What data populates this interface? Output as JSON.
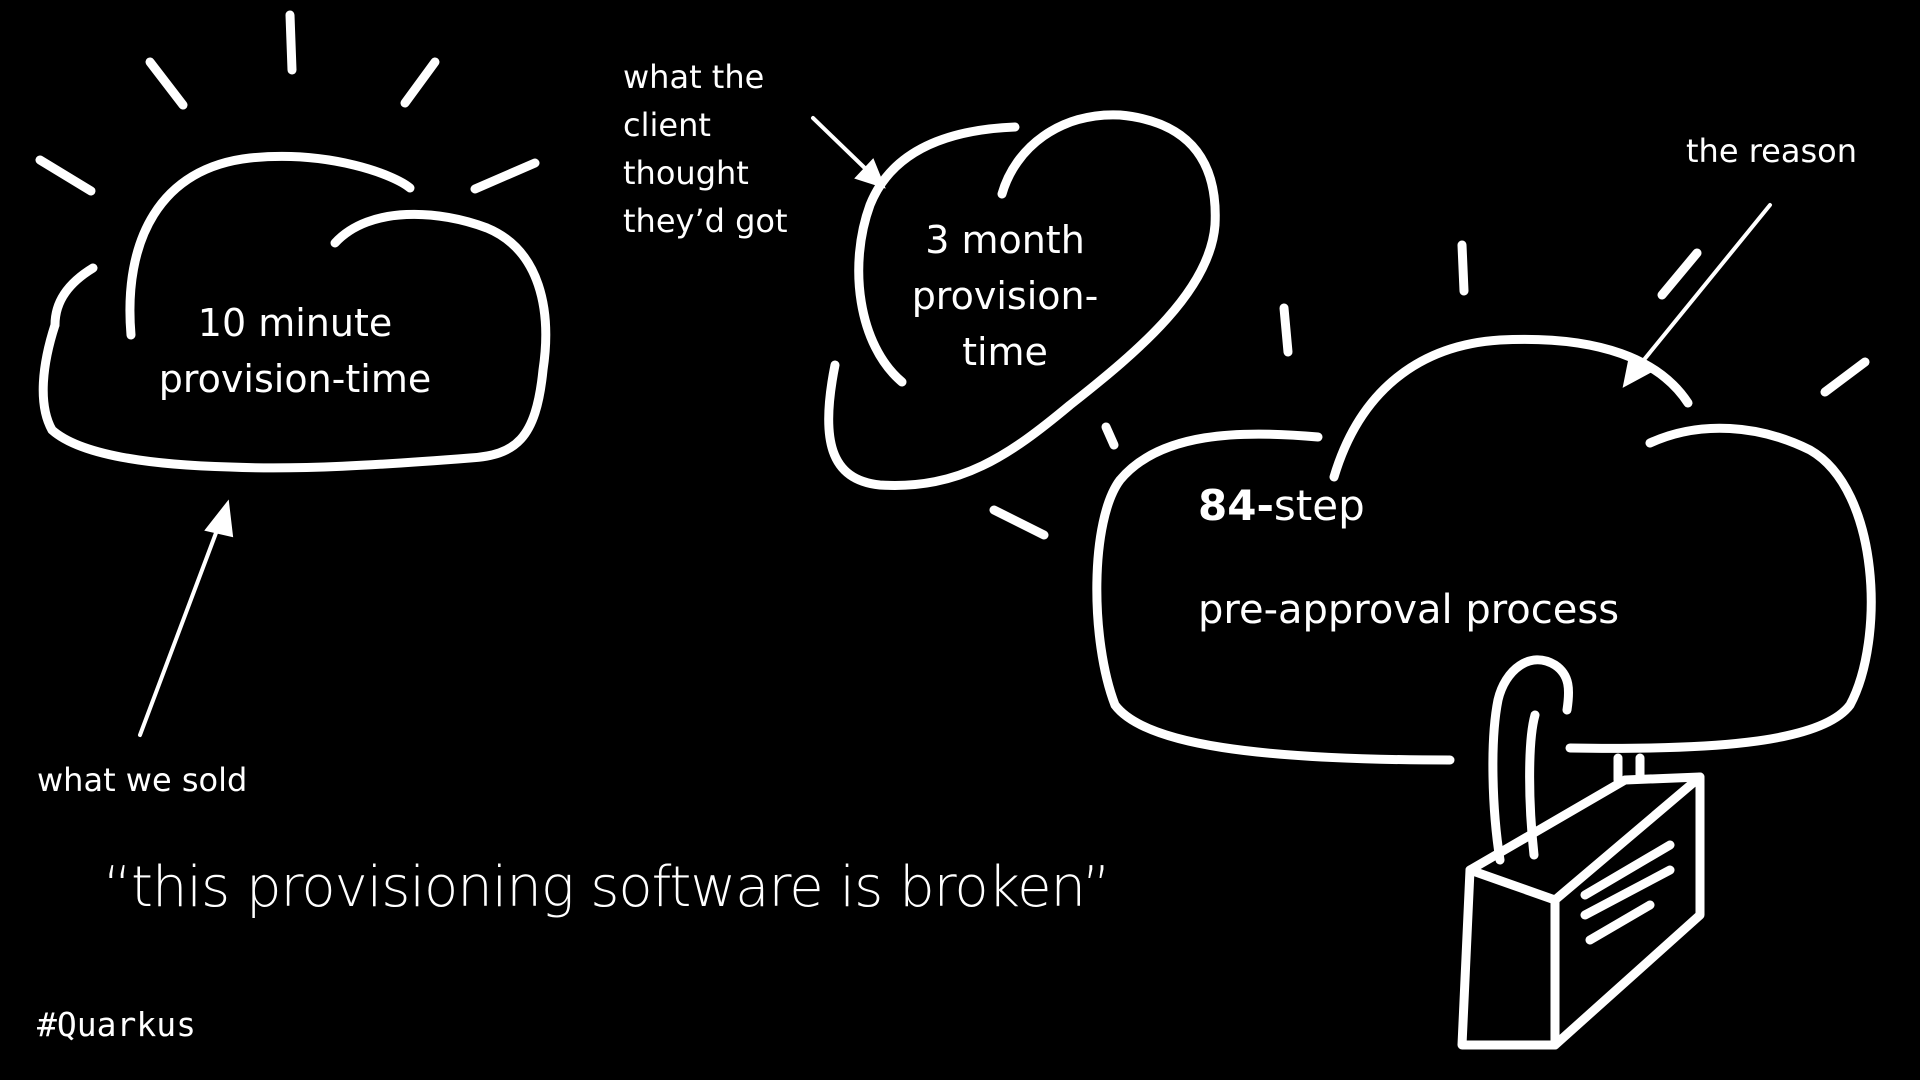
{
  "cloud_sold": {
    "line1": "10 minute",
    "line2": "provision-time"
  },
  "cloud_thought": {
    "line1": "3 month",
    "line2": "provision-",
    "line3": "time"
  },
  "cloud_reason": {
    "step_bold": "84-",
    "step_rest": "step",
    "process": "pre-approval process"
  },
  "annotations": {
    "what_we_sold": "what we sold",
    "what_client_thought": [
      "what the",
      "client",
      "thought",
      "they’d got"
    ],
    "the_reason": "the reason"
  },
  "quote": "“this provisioning software is broken”",
  "hashtag": "#Quarkus",
  "icons": {
    "sun_rays": "sun-rays-icon",
    "cloud": "cloud-icon",
    "padlock": "padlock-icon",
    "arrow": "arrow-icon"
  },
  "colors": {
    "background": "#000000",
    "foreground": "#ffffff"
  }
}
